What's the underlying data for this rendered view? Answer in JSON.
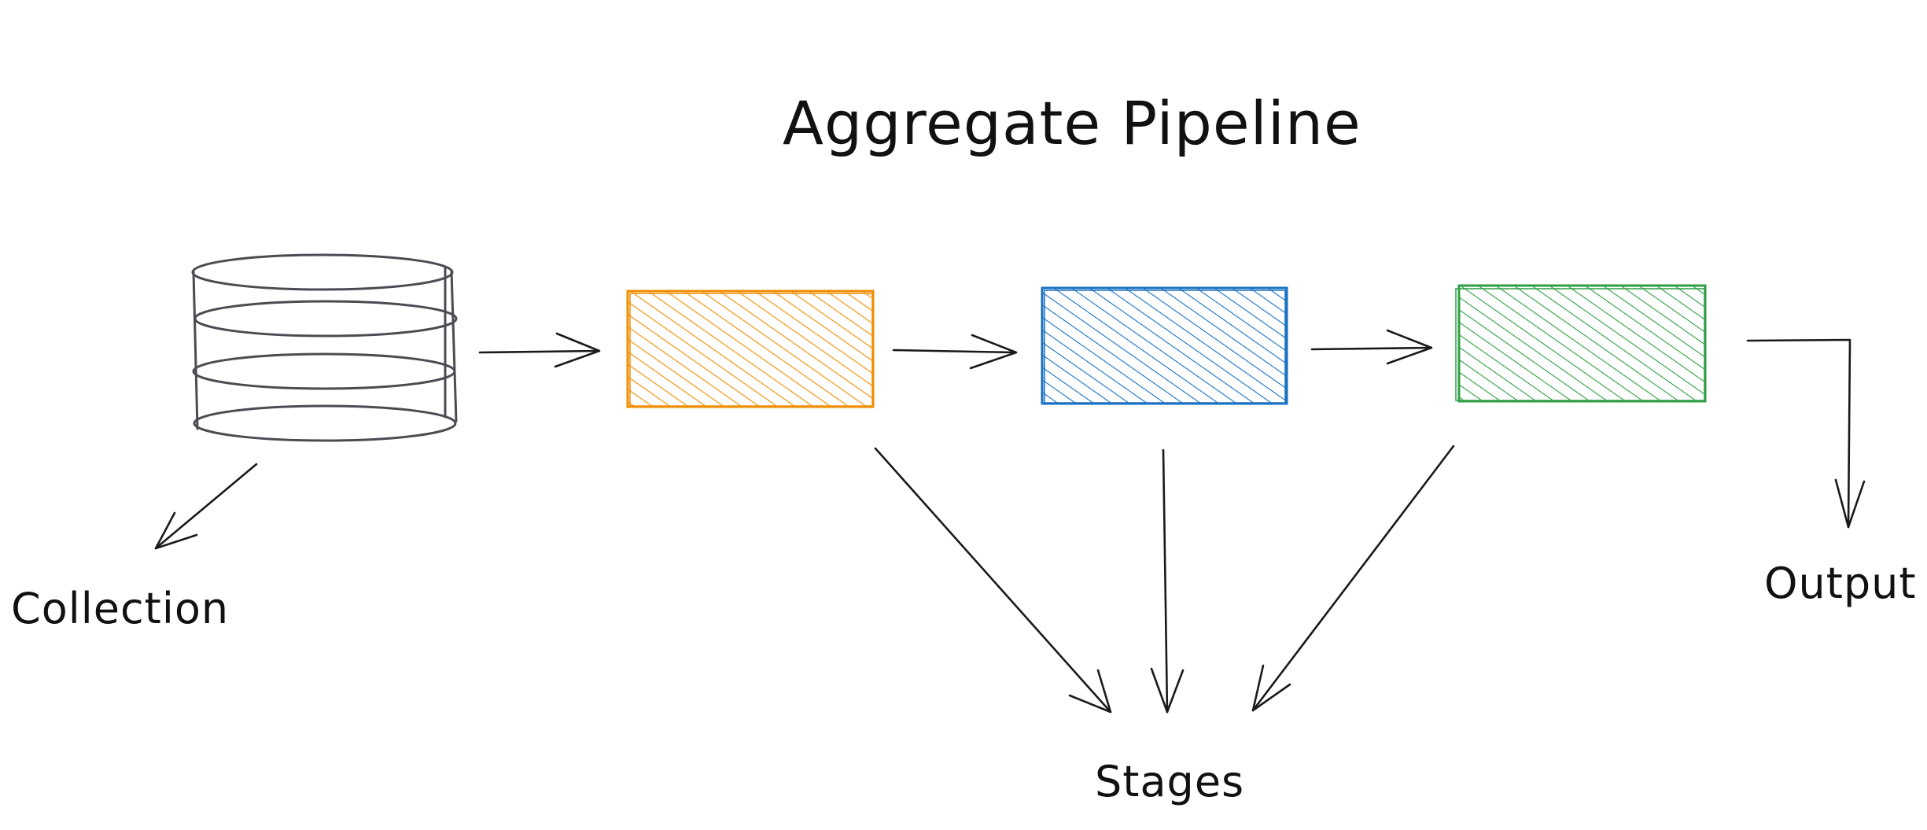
{
  "diagram": {
    "title": "Aggregate Pipeline",
    "labels": {
      "collection": "Collection",
      "stages": "Stages",
      "output": "Output"
    },
    "colors": {
      "database": "#868e96",
      "database_outline": "#4a4c52",
      "stage_1": "#f08c00",
      "stage_2": "#1971c2",
      "stage_3": "#2f9e44",
      "arrow": "#1a1a1a",
      "text": "#111111"
    },
    "nodes": [
      {
        "id": "collection",
        "shape": "database",
        "icon": "database-icon"
      },
      {
        "id": "stage-1",
        "shape": "rectangle",
        "fill": "hachure"
      },
      {
        "id": "stage-2",
        "shape": "rectangle",
        "fill": "hachure"
      },
      {
        "id": "stage-3",
        "shape": "rectangle",
        "fill": "hachure"
      }
    ],
    "edges": [
      {
        "from": "collection",
        "to": "stage-1"
      },
      {
        "from": "stage-1",
        "to": "stage-2"
      },
      {
        "from": "stage-2",
        "to": "stage-3"
      },
      {
        "from": "stage-3",
        "to": "output"
      },
      {
        "from": "collection",
        "to": "collection-label"
      },
      {
        "from": "stage-1",
        "to": "stages-label"
      },
      {
        "from": "stage-2",
        "to": "stages-label"
      },
      {
        "from": "stage-3",
        "to": "stages-label"
      }
    ]
  }
}
